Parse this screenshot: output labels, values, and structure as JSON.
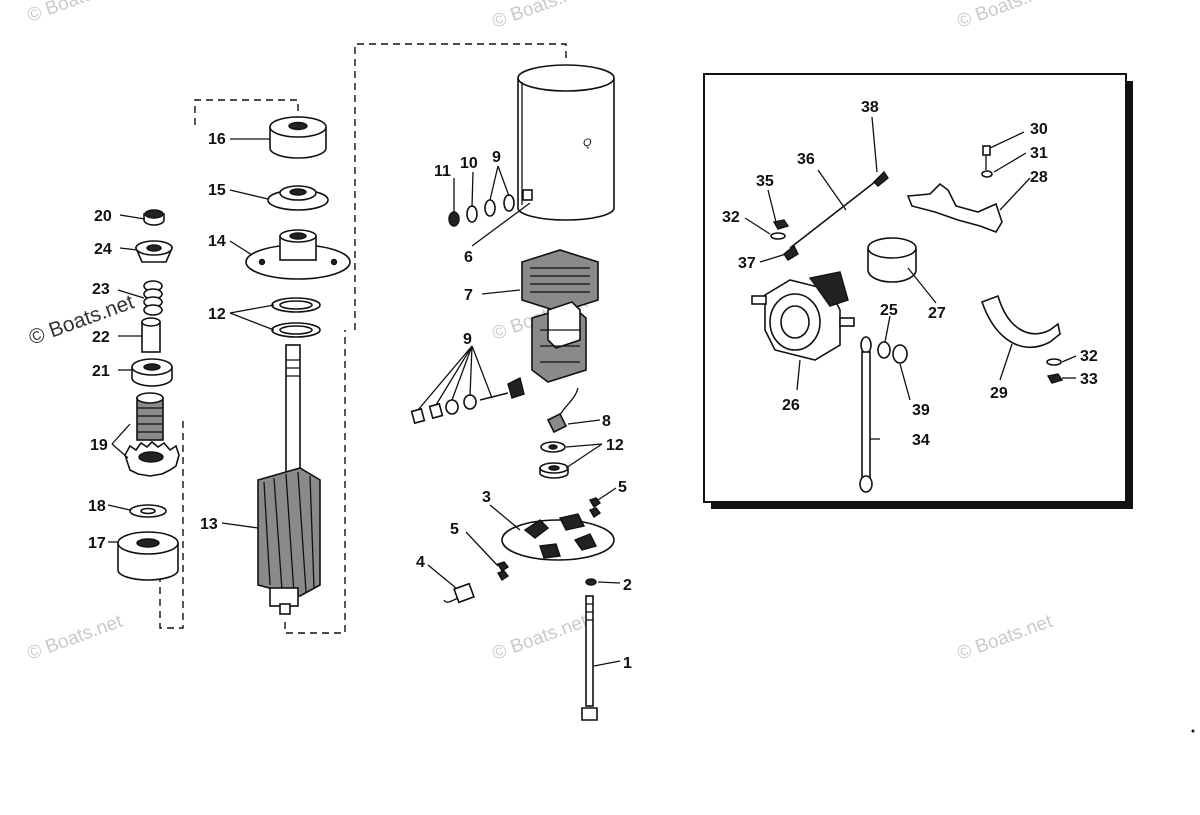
{
  "watermark": {
    "text": "© Boats.net",
    "color": "#c9c9c9"
  },
  "callouts": [
    "1",
    "2",
    "3",
    "4",
    "5",
    "5",
    "6",
    "7",
    "8",
    "9",
    "9",
    "10",
    "11",
    "12",
    "12",
    "13",
    "14",
    "15",
    "16",
    "17",
    "18",
    "19",
    "20",
    "21",
    "22",
    "23",
    "24",
    "25",
    "26",
    "27",
    "28",
    "29",
    "30",
    "31",
    "32",
    "32",
    "33",
    "34",
    "35",
    "36",
    "37",
    "38",
    "39"
  ],
  "colors": {
    "ink": "#111111",
    "paper": "#ffffff",
    "shade": "#8a8a8a"
  }
}
